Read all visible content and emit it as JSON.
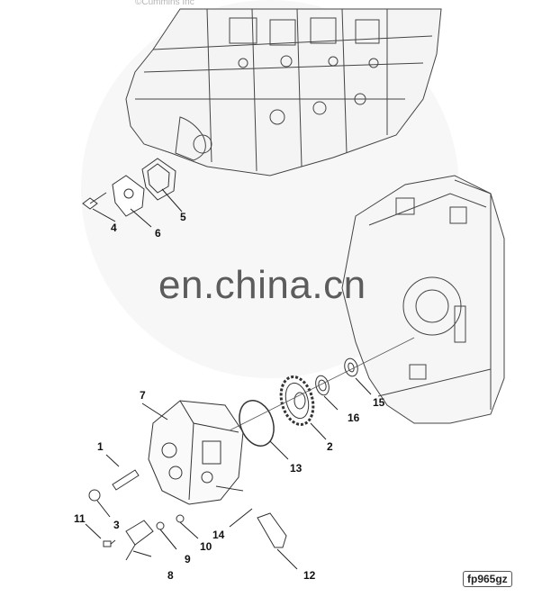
{
  "copyright": "©Cummins Inc",
  "watermark": "en.china.cn",
  "figure_id": "fp965gz",
  "callouts": {
    "c1": "1",
    "c2": "2",
    "c3": "3",
    "c4": "4",
    "c5": "5",
    "c6": "6",
    "c7": "7",
    "c8": "8",
    "c9": "9",
    "c10": "10",
    "c11": "11",
    "c12": "12",
    "c13": "13",
    "c14": "14",
    "c15": "15",
    "c16": "16"
  }
}
